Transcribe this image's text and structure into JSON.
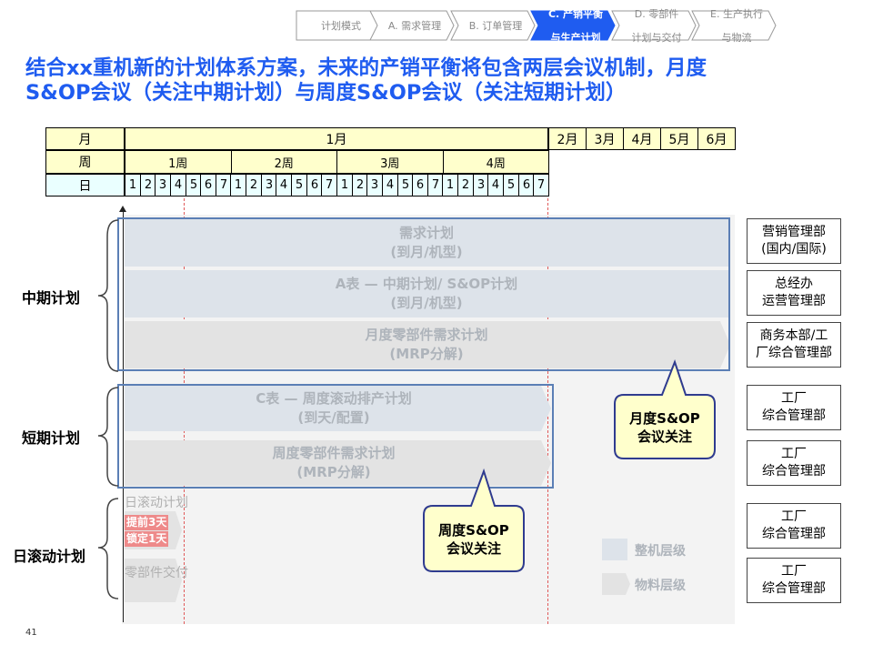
{
  "breadcrumb": [
    {
      "lines": [
        "计划模式"
      ],
      "active": false
    },
    {
      "lines": [
        "A. 需求管理"
      ],
      "active": false
    },
    {
      "lines": [
        "B. 订单管理"
      ],
      "active": false
    },
    {
      "lines": [
        "C. 产销平衡",
        "与生产计划"
      ],
      "active": true
    },
    {
      "lines": [
        "D. 零部件",
        "计划与交付"
      ],
      "active": false
    },
    {
      "lines": [
        "E. 生产执行",
        "与物流"
      ],
      "active": false
    }
  ],
  "title": {
    "line1": "结合xx重机新的计划体系方案，未来的产销平衡将包含两层会议机制，月度",
    "line2": "S&OP会议（关注中期计划）与周度S&OP会议（关注短期计划）"
  },
  "timeline": {
    "row_labels": {
      "month": "月",
      "week": "周",
      "day": "日"
    },
    "jan": "1月",
    "other_months": [
      "2月",
      "3月",
      "4月",
      "5月",
      "6月"
    ],
    "weeks": [
      "1周",
      "2周",
      "3周",
      "4周"
    ],
    "days": [
      "1",
      "2",
      "3",
      "4",
      "5",
      "6",
      "7"
    ]
  },
  "sections": {
    "mid": "中期计划",
    "short": "短期计划",
    "daily": "日滚动计划"
  },
  "bars": {
    "demand": {
      "line1": "需求计划",
      "line2": "(到月/机型)"
    },
    "a_table": {
      "line1": "A表 — 中期计划/ S&OP计划",
      "line2": "(到月/机型)"
    },
    "monthly_parts": {
      "line1": "月度零部件需求计划",
      "line2": "(MRP分解)"
    },
    "c_table": {
      "line1": "C表 — 周度滚动排产计划",
      "line2": "(到天/配置)"
    },
    "weekly_parts": {
      "line1": "周度零部件需求计划",
      "line2": "(MRP分解)"
    }
  },
  "daily": {
    "rolling": "日滚动计划",
    "badge1": "提前3天",
    "badge2": "锁定1天",
    "parts_delivery": "零部件交付"
  },
  "callouts": {
    "monthly": {
      "line1": "月度S&OP",
      "line2": "会议关注"
    },
    "weekly": {
      "line1": "周度S&OP",
      "line2": "会议关注"
    }
  },
  "legend": {
    "machine": "整机层级",
    "material": "物料层级"
  },
  "departments": [
    {
      "line1": "营销管理部",
      "line2": "(国内/国际)"
    },
    {
      "line1": "总经办",
      "line2": "运营管理部"
    },
    {
      "line1": "商务本部/工",
      "line2": "厂综合管理部"
    },
    {
      "line1": "工厂",
      "line2": "综合管理部"
    },
    {
      "line1": "工厂",
      "line2": "综合管理部"
    },
    {
      "line1": "工厂",
      "line2": "综合管理部"
    },
    {
      "line1": "工厂",
      "line2": "综合管理部"
    }
  ],
  "page_number": "41",
  "colors": {
    "title": "#1f5cf0",
    "breadcrumb_active": "#1f5cf0",
    "frame": "#5b7fb5",
    "callout_fill": "#ffffcc",
    "callout_border": "#2f3b8f"
  }
}
